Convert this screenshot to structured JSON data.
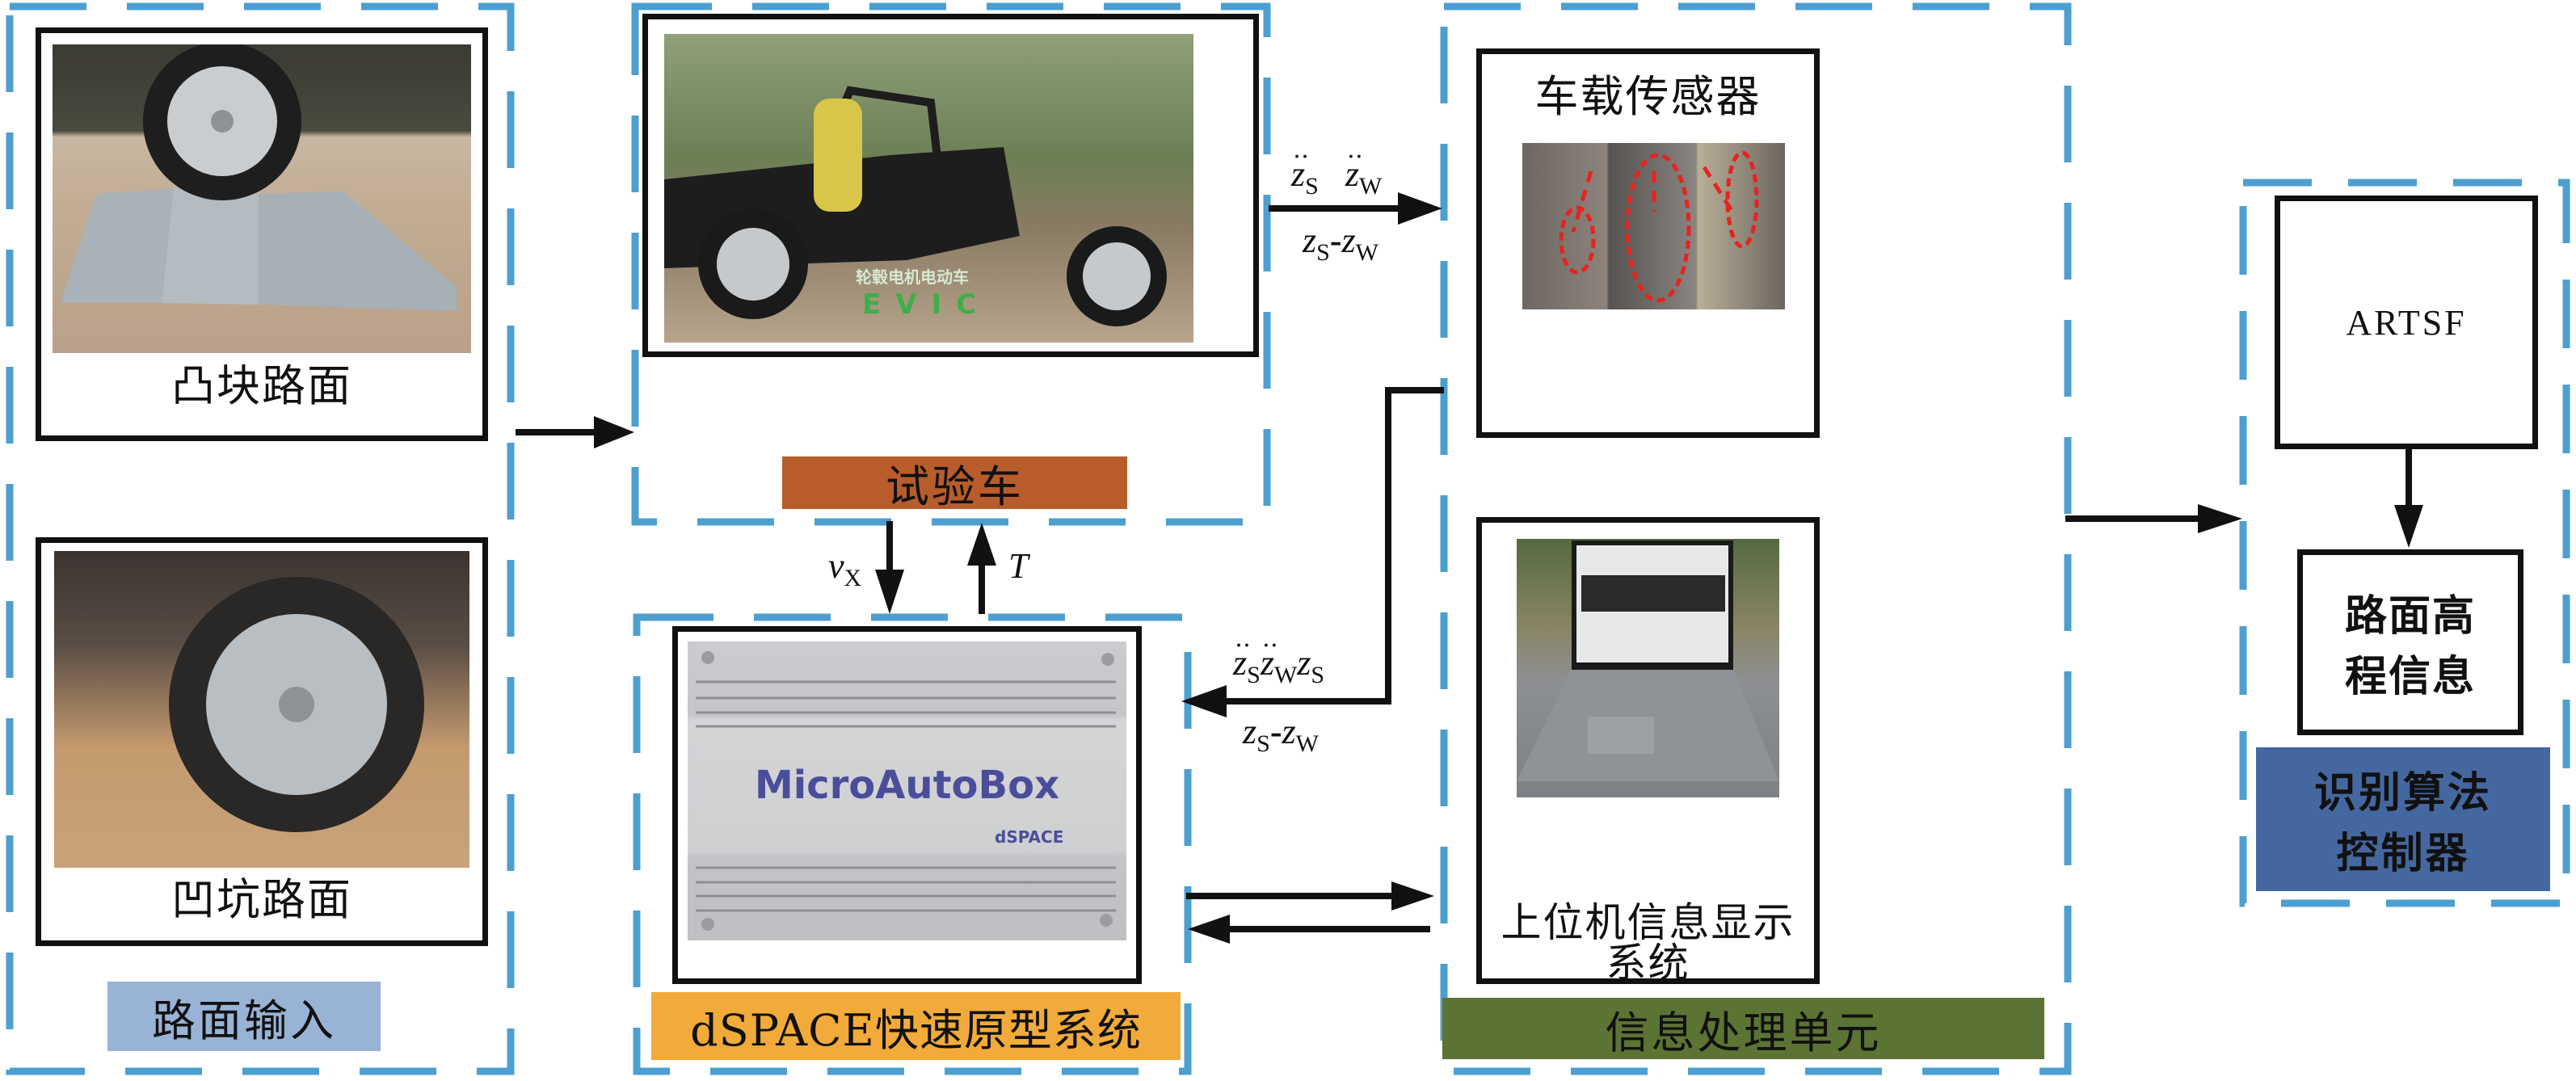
{
  "groups": {
    "road_input": {
      "label": "路面输入",
      "bump": {
        "caption": "凸块路面"
      },
      "pothole": {
        "caption": "凹坑路面"
      }
    },
    "test_vehicle": {
      "label": "试验车",
      "vehicle_decal_cn": "轮毂电机电动车",
      "vehicle_decal_en": "EVIC"
    },
    "dspace": {
      "label": "dSPACE快速原型系统",
      "device_brand": "MicroAutoBox",
      "device_maker": "dSPACE"
    },
    "info_processing": {
      "label": "信息处理单元",
      "sensors": {
        "caption": "车载传感器"
      },
      "host_display": {
        "caption": "上位机信息显示系统"
      }
    },
    "controller": {
      "label_line1": "识别算法",
      "label_line2": "控制器",
      "algorithm": "ARTSF",
      "output_line1": "路面高",
      "output_line2": "程信息"
    }
  },
  "signals": {
    "vehicle_to_sensors": {
      "top": [
        {
          "base": "z",
          "sub": "S",
          "ddot": true
        },
        {
          "base": "z",
          "sub": "W",
          "ddot": true
        }
      ],
      "bottom": [
        {
          "base": "z",
          "sub": "S"
        },
        {
          "sep": "-"
        },
        {
          "base": "z",
          "sub": "W"
        }
      ]
    },
    "sensors_to_dspace": {
      "top": [
        {
          "base": "z",
          "sub": "S",
          "ddot": true
        },
        {
          "base": "z",
          "sub": "W",
          "ddot": true
        },
        {
          "base": "z",
          "sub": "S"
        }
      ],
      "bottom": [
        {
          "base": "z",
          "sub": "S"
        },
        {
          "sep": "-"
        },
        {
          "base": "z",
          "sub": "W"
        }
      ]
    },
    "vehicle_to_dspace": {
      "base": "v",
      "sub": "X"
    },
    "dspace_to_vehicle": {
      "base": "T"
    }
  },
  "colors": {
    "dash_blue": "#4d9fcf",
    "road_label": "#98b3d5",
    "vehicle_label": "#b85c2b",
    "dspace_label": "#f2ab3a",
    "info_label": "#5b7433",
    "controller_label": "#4567a0",
    "sensor_marker": "#e8231f",
    "device_text": "#4a4e9a",
    "dspace_red": "#c8202a"
  }
}
